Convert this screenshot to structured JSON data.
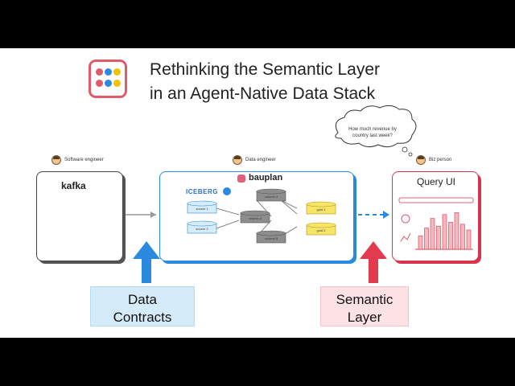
{
  "title": {
    "line1": "Rethinking the Semantic Layer",
    "line2": "in an Agent-Native Data Stack"
  },
  "logo": {
    "border_color": "#e05a6a",
    "dot_colors": [
      "#e05a6a",
      "#2b8ae0",
      "#f2c200",
      "#e05a6a",
      "#2b8ae0",
      "#f2c200"
    ]
  },
  "roles": {
    "software_engineer": "Software engineer",
    "data_engineer": "Data engineer",
    "biz_person": "Biz person"
  },
  "speech_bubble": {
    "line1": "How much revenue by",
    "line2": "country last week?"
  },
  "boxes": {
    "kafka": {
      "label": "kafka",
      "border_color": "#444444"
    },
    "bauplan": {
      "label": "bauplan",
      "iceberg_label": "ICEBERG",
      "border_color": "#2b8ae0",
      "nodes": [
        "source 1",
        "source 2",
        "column 3",
        "column 4",
        "column 5",
        "gold 1",
        "gold 2"
      ]
    },
    "query": {
      "label": "Query UI",
      "border_color": "#d8334a",
      "bar_levels": [
        0.35,
        0.55,
        0.8,
        0.6,
        0.9,
        0.7,
        0.95,
        0.65,
        0.5
      ]
    }
  },
  "callouts": {
    "data_contracts": {
      "line1": "Data",
      "line2": "Contracts",
      "color": "#d6ebf9"
    },
    "semantic_layer": {
      "line1": "Semantic",
      "line2": "Layer",
      "color": "#fce2e4"
    }
  },
  "arrows": {
    "blue": "#2b8ae0",
    "red": "#e23a4f"
  }
}
